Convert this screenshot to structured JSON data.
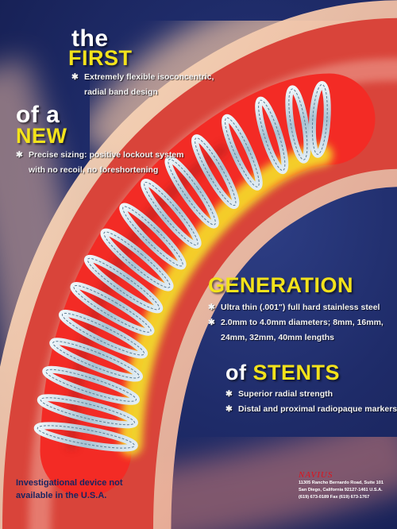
{
  "headline": {
    "the": "the",
    "first": "FIRST",
    "of_a": "of a",
    "new": "NEW",
    "generation": "GENERATION",
    "of": "of",
    "stents": "STENTS"
  },
  "features": {
    "first_bullets": [
      "Extremely flexible isoconcentric,",
      "radial band design"
    ],
    "new_bullets": [
      "Precise sizing: positive lockout system",
      "with no recoil, no foreshortening"
    ],
    "generation_bullets": [
      "Ultra thin (.001\") full hard stainless steel",
      "2.0mm to 4.0mm diameters; 8mm, 16mm,",
      "24mm, 32mm, 40mm lengths"
    ],
    "stents_bullets": [
      "Superior radial strength",
      "Distal and proximal radiopaque markers"
    ]
  },
  "disclaimer": {
    "line1": "Investigational device not",
    "line2": "available in the U.S.A."
  },
  "company": {
    "logo_text": "NAVIUS",
    "address_line1": "11305 Rancho Bernardo Road, Suite 101",
    "address_line2": "San Diego, California 92127-1461 U.S.A.",
    "phone_line": "(619) 673-0189   Fax (619) 673-1767"
  },
  "colors": {
    "navy_background": "#1f2c6a",
    "vessel_red": "#d9443a",
    "lumen_red": "#f32b25",
    "plaque_yellow": "#f5ea2a",
    "stent_steel": "#b9cfdc",
    "headline_yellow": "#f3e21b",
    "logo_red": "#e0121b"
  },
  "icons": {
    "bullet": "star-bullet-icon"
  }
}
